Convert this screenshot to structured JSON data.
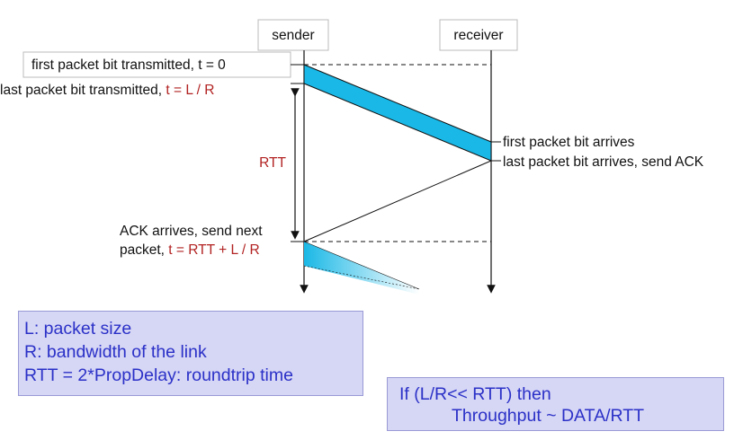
{
  "diagram": {
    "sender_label": "sender",
    "receiver_label": "receiver",
    "first_bit_transmitted": "first packet bit transmitted, t = 0",
    "last_bit_transmitted_prefix": "last packet bit transmitted, ",
    "last_bit_transmitted_time": "t = L / R",
    "rtt_label": "RTT",
    "first_bit_arrives": "first packet bit arrives",
    "last_bit_arrives": "last packet bit arrives, send ACK",
    "ack_arrives_line1": "ACK arrives, send next",
    "ack_arrives_line2_prefix": "packet, ",
    "ack_arrives_time": "t = RTT + L / R",
    "colors": {
      "packet_fill": "#1ab8e6",
      "red_text": "#b22222",
      "box_fill": "#d6d6f5",
      "box_text": "#2b31c7"
    }
  },
  "legend": {
    "line1": "L: packet size",
    "line2": "R: bandwidth of the link",
    "line3": "RTT = 2*PropDelay: roundtrip time"
  },
  "throughput": {
    "line1": "If (L/R<< RTT) then",
    "line2": "Throughput ~ DATA/RTT"
  }
}
